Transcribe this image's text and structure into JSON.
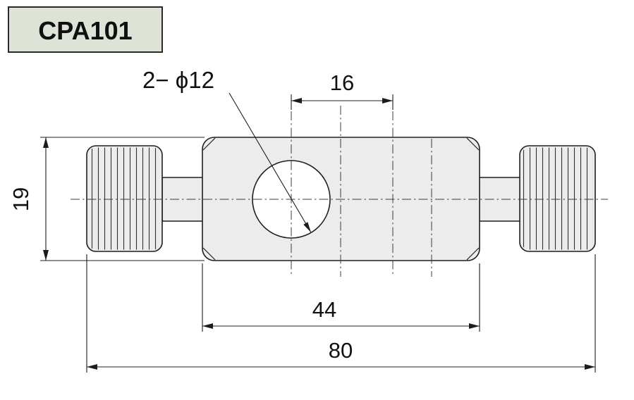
{
  "title_block": {
    "part_number": "CPA101"
  },
  "dimensions": {
    "hole_callout": "2− ϕ12",
    "hole_spacing": "16",
    "body_height": "19",
    "body_width": "44",
    "overall_width": "80"
  },
  "colors": {
    "part_fill": "#ececec",
    "hole_fill": "#ffffff",
    "label_box_fill": "#dde3d7",
    "line": "#1c1c1c"
  }
}
